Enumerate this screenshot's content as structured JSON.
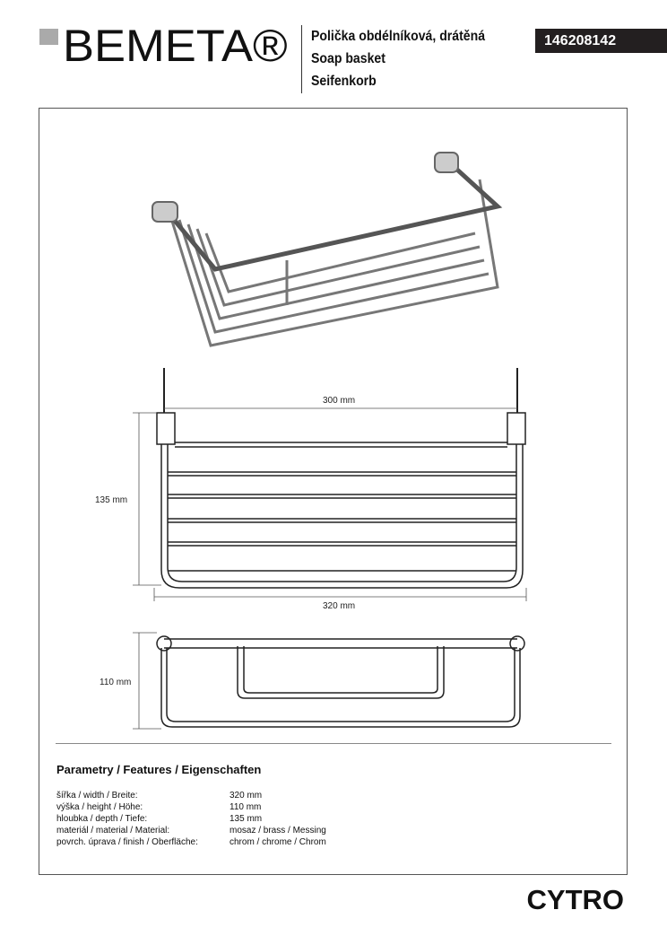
{
  "brand": {
    "logo": "BEMETA®"
  },
  "header": {
    "title_cz": "Polička obdélníková, drátěná",
    "title_en": "Soap basket",
    "title_de": "Seifenkorb",
    "code": "146208142"
  },
  "dimensions": {
    "top_width": "300 mm",
    "depth": "135 mm",
    "width": "320 mm",
    "height": "110 mm"
  },
  "features": {
    "title": "Parametry / Features / Eigenschaften",
    "rows": [
      {
        "label": "šířka / width / Breite:",
        "value": "320 mm"
      },
      {
        "label": "výška / height / Höhe:",
        "value": "110 mm"
      },
      {
        "label": "hloubka / depth / Tiefe:",
        "value": "135 mm"
      },
      {
        "label": "materiál / material / Material:",
        "value": "mosaz / brass / Messing"
      },
      {
        "label": "povrch. úprava / finish / Oberfläche:",
        "value": "chrom / chrome / Chrom"
      }
    ]
  },
  "series": "CYTRO"
}
